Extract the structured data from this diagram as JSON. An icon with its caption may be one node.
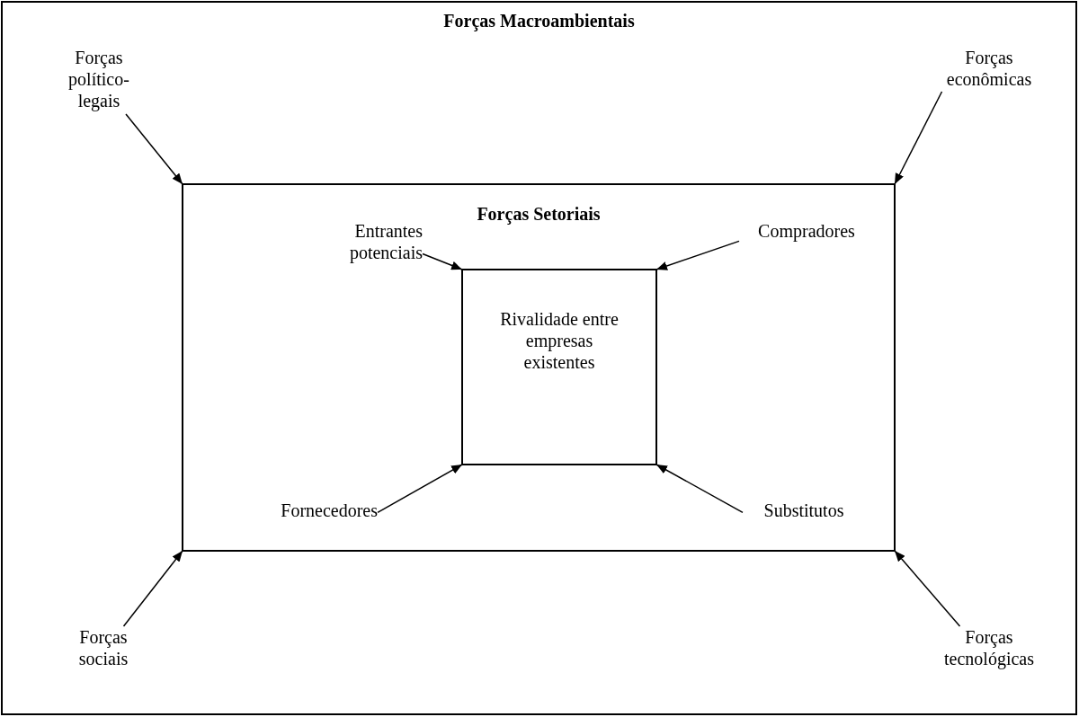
{
  "diagram": {
    "nodes": [
      {
        "text": [
          "Forças Macroambientais"
        ]
      },
      {
        "text": [
          "Forças político-legais"
        ],
        "in": 0
      },
      {
        "text": [
          "Forças econômicas"
        ],
        "in": 0
      },
      {
        "text": [
          "Forças Setoriais"
        ],
        "in": 0
      },
      {
        "text": [
          "Entrantes potenciais"
        ],
        "in": 3
      },
      {
        "text": [
          "Compradores"
        ],
        "in": 3
      },
      {
        "text": [
          "Rivalidade entre empresas existentes"
        ],
        "in": 3
      },
      {
        "text": [
          "Fornecedores"
        ],
        "in": 3
      },
      {
        "text": [
          "Substitutos"
        ],
        "in": 3
      },
      {
        "text": [
          "Forças sociais"
        ],
        "in": 0
      },
      {
        "text": [
          "Forças tecnológicas"
        ],
        "in": 0
      }
    ],
    "edges": [
      {
        "from": 1,
        "to": 3,
        "arrow": "to"
      },
      {
        "from": 2,
        "to": 3,
        "arrow": "to"
      },
      {
        "from": 4,
        "to": 6,
        "arrow": "to"
      },
      {
        "from": 5,
        "to": 6,
        "arrow": "to"
      },
      {
        "from": 7,
        "to": 6,
        "arrow": "to"
      },
      {
        "from": 8,
        "to": 6,
        "arrow": "to"
      },
      {
        "from": 9,
        "to": 3,
        "arrow": "to"
      },
      {
        "from": 10,
        "to": 3,
        "arrow": "to"
      }
    ]
  }
}
